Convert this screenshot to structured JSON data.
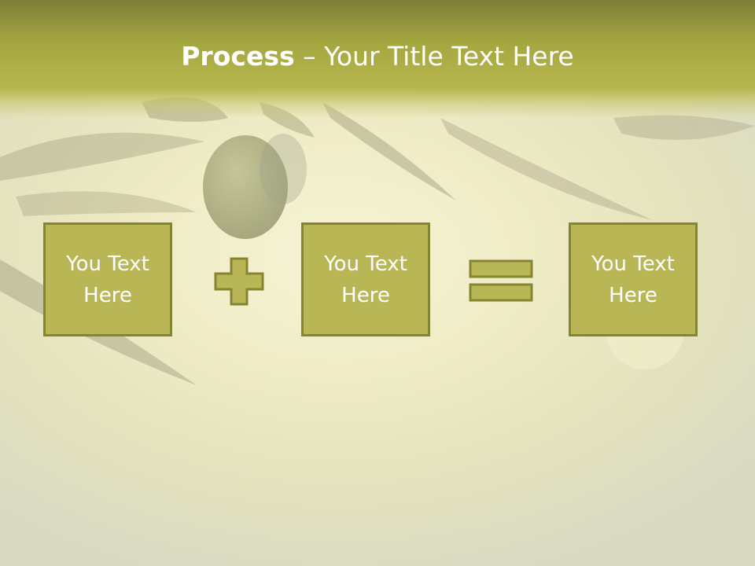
{
  "slide": {
    "title_bold": "Process",
    "title_rest": " – Your Title Text Here"
  },
  "boxes": [
    {
      "label": "You Text Here"
    },
    {
      "label": "You Text Here"
    },
    {
      "label": "You Text Here"
    }
  ],
  "operators": {
    "first": "plus-icon",
    "second": "equals-icon"
  },
  "colors": {
    "title_bar": "#a4a640",
    "box_fill": "#b9b755",
    "box_border": "#858433",
    "text": "#ffffff"
  }
}
